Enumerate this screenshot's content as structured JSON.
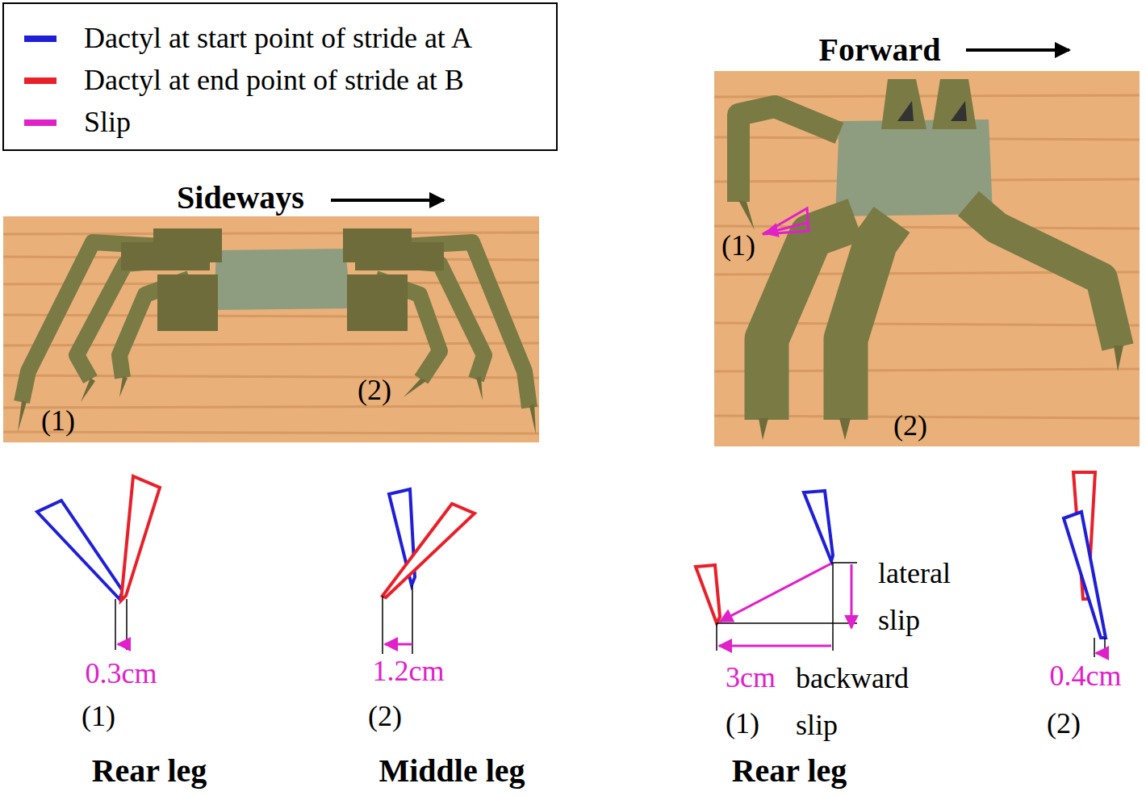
{
  "diagram": {
    "labels": [
      "Sideways",
      "Forward",
      "(1)",
      "(2)",
      "(1)",
      "(2)",
      "0.3cm",
      "(1)",
      "Rear leg",
      "1.2cm",
      "(2)",
      "Middle leg",
      "lateral slip",
      "3cm",
      "backward slip",
      "(1)",
      "Rear leg",
      "0.4cm",
      "(2)"
    ],
    "legend": [
      {
        "text": "Dactyl at start point of stride at A",
        "color": "#1f1fd8"
      },
      {
        "text": "Dactyl at end point of stride at B",
        "color": "#e8202a"
      },
      {
        "text": "Slip",
        "color": "#e020c8"
      }
    ]
  }
}
